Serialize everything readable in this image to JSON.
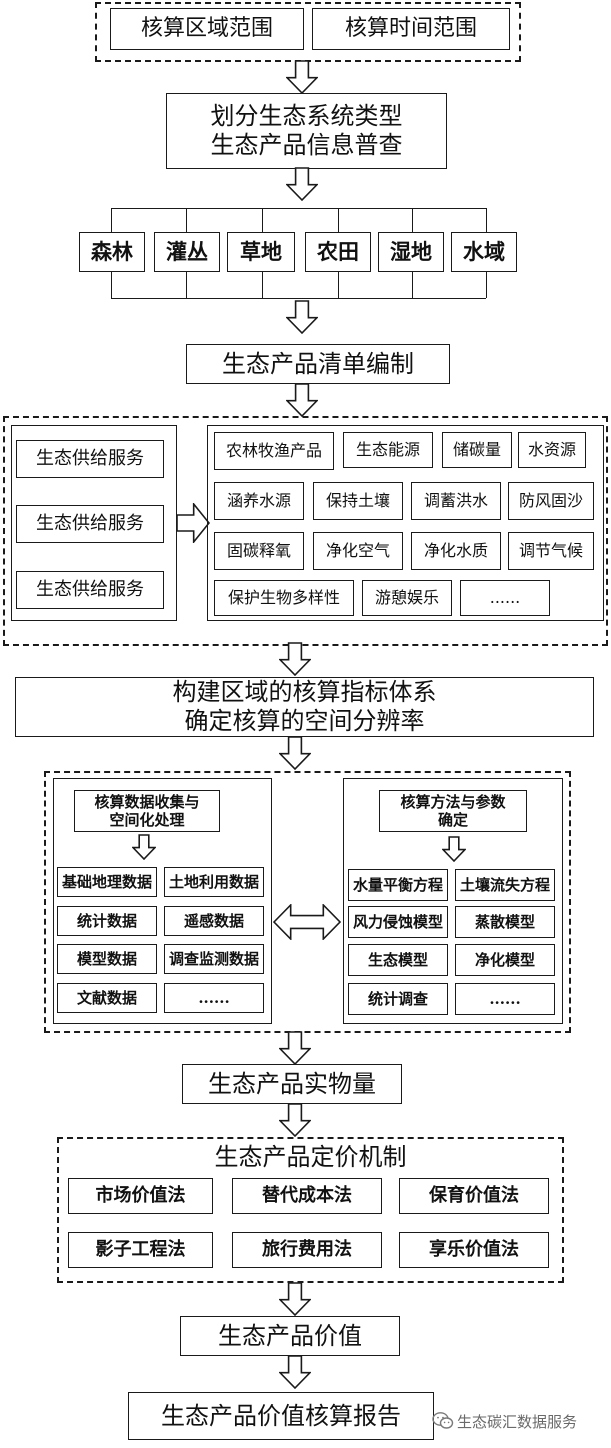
{
  "scope": {
    "region": "核算区域范围",
    "time": "核算时间范围"
  },
  "classify": {
    "line1": "划分生态系统类型",
    "line2": "生态产品信息普查"
  },
  "ecosystems": [
    "森林",
    "灌丛",
    "草地",
    "农田",
    "湿地",
    "水域"
  ],
  "inventory": "生态产品清单编制",
  "services": {
    "left": [
      "生态供给服务",
      "生态供给服务",
      "生态供给服务"
    ],
    "products": [
      "农林牧渔产品",
      "生态能源",
      "储碳量",
      "水资源",
      "涵养水源",
      "保持土壤",
      "调蓄洪水",
      "防风固沙",
      "固碳释氧",
      "净化空气",
      "净化水质",
      "调节气候",
      "保护生物多样性",
      "游憩娱乐",
      "......"
    ]
  },
  "indicator": {
    "line1": "构建区域的核算指标体系",
    "line2": "确定核算的空间分辨率"
  },
  "data_panel": {
    "title_line1": "核算数据收集与",
    "title_line2": "空间化处理",
    "items": [
      "基础地理数据",
      "土地利用数据",
      "统计数据",
      "遥感数据",
      "模型数据",
      "调查监测数据",
      "文献数据",
      "......"
    ]
  },
  "method_panel": {
    "title_line1": "核算方法与参数",
    "title_line2": "确定",
    "items": [
      "水量平衡方程",
      "土壤流失方程",
      "风力侵蚀模型",
      "蒸散模型",
      "生态模型",
      "净化模型",
      "统计调查",
      "......"
    ]
  },
  "physical": "生态产品实物量",
  "pricing": {
    "title": "生态产品定价机制",
    "methods": [
      "市场价值法",
      "替代成本法",
      "保育价值法",
      "影子工程法",
      "旅行费用法",
      "享乐价值法"
    ]
  },
  "value": "生态产品价值",
  "report": "生态产品价值核算报告",
  "watermark": {
    "text": "生态碳汇数据服务",
    "icon": "wechat-icon"
  }
}
